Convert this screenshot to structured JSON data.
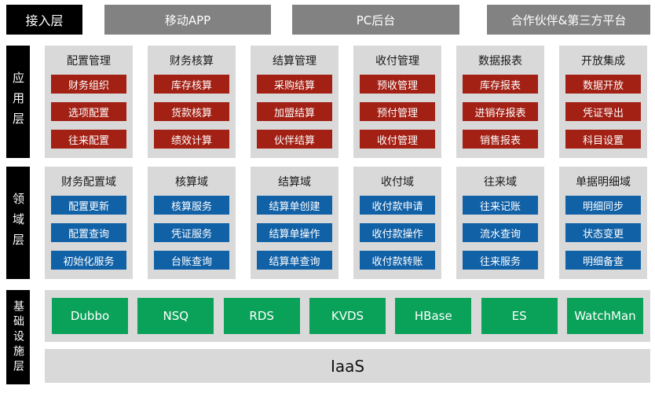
{
  "colors": {
    "module_red": "#A22014",
    "module_blue": "#1161A7",
    "module_green": "#0AA159",
    "access_gray": "#828282",
    "panel_gray": "#D9D9D9",
    "layer_black": "#000000"
  },
  "access_layer": {
    "label": "接入层",
    "entries": [
      "移动APP",
      "PC后台",
      "合作伙伴&第三方平台"
    ]
  },
  "application_layer": {
    "label": "应用层",
    "columns": [
      {
        "title": "配置管理",
        "items": [
          "财务组织",
          "选项配置",
          "往来配置"
        ]
      },
      {
        "title": "财务核算",
        "items": [
          "库存核算",
          "货款核算",
          "绩效计算"
        ]
      },
      {
        "title": "结算管理",
        "items": [
          "采购结算",
          "加盟结算",
          "伙伴结算"
        ]
      },
      {
        "title": "收付管理",
        "items": [
          "预收管理",
          "预付管理",
          "收付管理"
        ]
      },
      {
        "title": "数据报表",
        "items": [
          "库存报表",
          "进销存报表",
          "销售报表"
        ]
      },
      {
        "title": "开放集成",
        "items": [
          "数据开放",
          "凭证导出",
          "科目设置"
        ]
      }
    ]
  },
  "domain_layer": {
    "label": "领域层",
    "columns": [
      {
        "title": "财务配置域",
        "items": [
          "配置更新",
          "配置查询",
          "初始化服务"
        ]
      },
      {
        "title": "核算域",
        "items": [
          "核算服务",
          "凭证服务",
          "台账查询"
        ]
      },
      {
        "title": "结算域",
        "items": [
          "结算单创建",
          "结算单操作",
          "结算单查询"
        ]
      },
      {
        "title": "收付域",
        "items": [
          "收付款申请",
          "收付款操作",
          "收付款转账"
        ]
      },
      {
        "title": "往来域",
        "items": [
          "往来记账",
          "流水查询",
          "往来服务"
        ]
      },
      {
        "title": "单据明细域",
        "items": [
          "明细同步",
          "状态变更",
          "明细备查"
        ]
      }
    ]
  },
  "infrastructure_layer": {
    "label": "基础设施层",
    "components": [
      "Dubbo",
      "NSQ",
      "RDS",
      "KVDS",
      "HBase",
      "ES",
      "WatchMan"
    ],
    "iaas_label": "IaaS"
  }
}
